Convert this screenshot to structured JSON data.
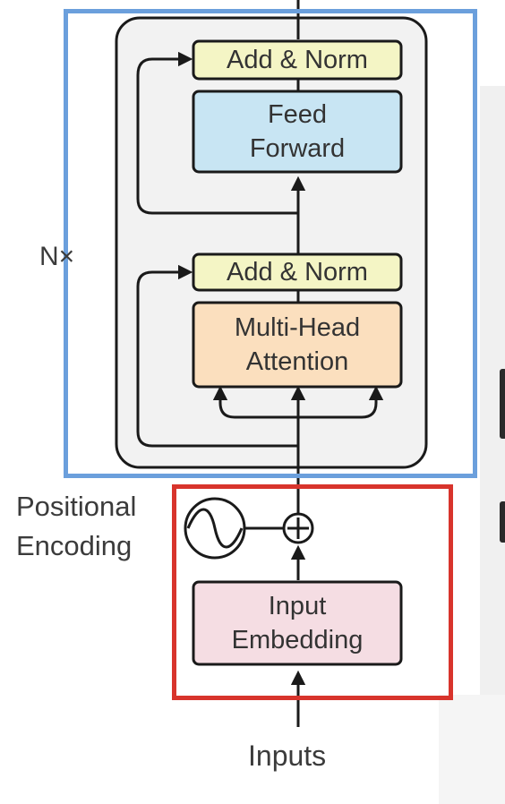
{
  "diagram": {
    "encoder": {
      "repeat_label": "N×",
      "feed_forward": {
        "norm_label": "Add & Norm",
        "line1": "Feed",
        "line2": "Forward"
      },
      "attention": {
        "norm_label": "Add & Norm",
        "line1": "Multi-Head",
        "line2": "Attention"
      }
    },
    "embedding": {
      "line1": "Input",
      "line2": "Embedding"
    },
    "positional": {
      "line1": "Positional",
      "line2": "Encoding"
    },
    "input_label": "Inputs"
  },
  "colors": {
    "highlight_encoder": "#6b9fdc",
    "highlight_embedding": "#d8342c",
    "add_norm_fill": "#f4f5c5",
    "feed_forward_fill": "#c8e5f3",
    "attention_fill": "#fbdfbe",
    "embedding_fill": "#f5dde3",
    "encoder_panel_fill": "#f2f2f2",
    "stroke": "#1a1a1a"
  }
}
